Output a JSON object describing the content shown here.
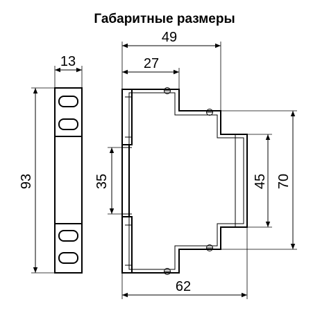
{
  "title": "Габаритные размеры",
  "dimensions": {
    "front_width": "13",
    "front_height": "93",
    "side_depth_total": "49",
    "side_depth_front": "27",
    "din_rail": "35",
    "side_height_inner": "45",
    "side_height_outer": "70",
    "side_depth_bottom": "62"
  },
  "colors": {
    "line": "#000000",
    "background": "#ffffff"
  }
}
